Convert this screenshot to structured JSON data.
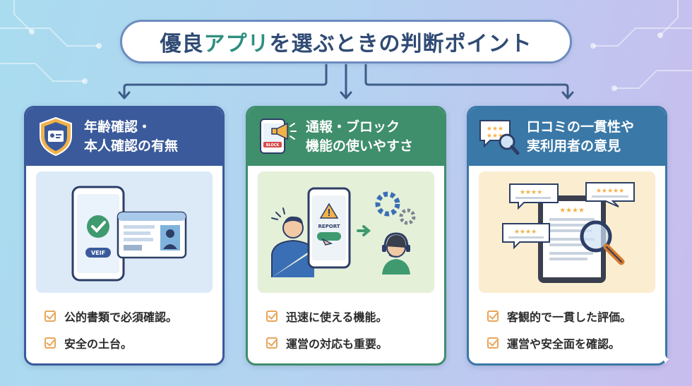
{
  "title": {
    "prefix": "優良",
    "accent": "アプリ",
    "suffix": "を選ぶときの判断ポイント"
  },
  "cards": [
    {
      "heading_line1": "年齢確認・",
      "heading_line2": "本人確認の有無",
      "icon": "shield-id-icon",
      "illustration": "phone-verification-with-id-card",
      "illustration_labels": {
        "verif": "VEIF"
      },
      "checks": [
        "公的書類で必須確認。",
        "安全の土台。"
      ]
    },
    {
      "heading_line1": "通報・ブロック",
      "heading_line2": "機能の使いやすさ",
      "icon": "phone-megaphone-icon",
      "icon_labels": {
        "block": "BLOCK"
      },
      "illustration": "user-pressing-report-button-support-agent",
      "illustration_labels": {
        "report": "REPORT"
      },
      "checks": [
        "迅速に使える機能。",
        "運営の対応も重要。"
      ]
    },
    {
      "heading_line1": "口コミの一貫性や",
      "heading_line2": "実利用者の意見",
      "icon": "review-magnifier-icon",
      "illustration": "tablet-reviews-magnifier",
      "checks": [
        "客観的で一貫した評価。",
        "運営や安全面を確認。"
      ]
    }
  ],
  "colors": {
    "card1": "#3b5a9b",
    "card2": "#3f8e6c",
    "card3": "#3a78a7",
    "title_text": "#2f4a74",
    "title_accent": "#2f8f7e",
    "check": "#e8a65a"
  }
}
